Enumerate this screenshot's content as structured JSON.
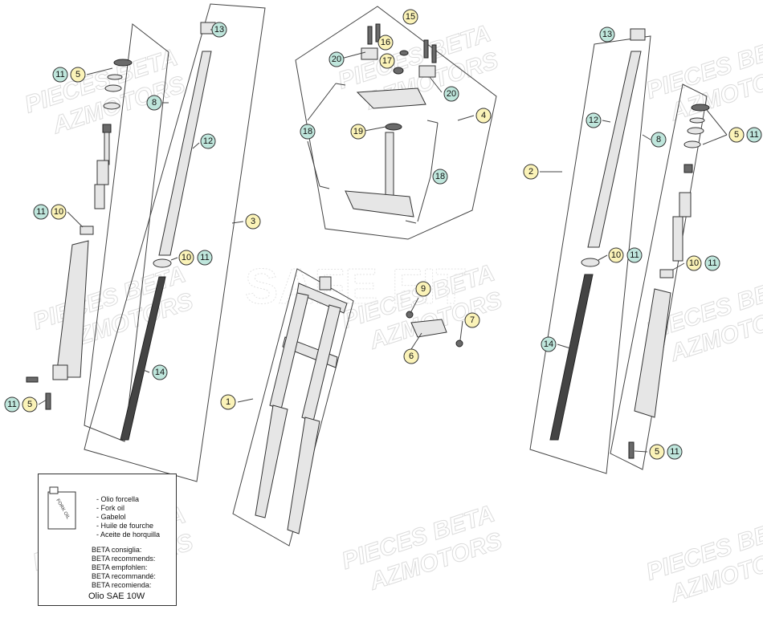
{
  "watermark": {
    "line1": "PIECES BETA",
    "line2": "AZMOTORS",
    "center": "SAFE FIT"
  },
  "callouts": {
    "c1": "1",
    "c2": "2",
    "c3": "3",
    "c4": "4",
    "c5": "5",
    "c6": "6",
    "c7": "7",
    "c8": "8",
    "c9": "9",
    "c10": "10",
    "c11": "11",
    "c12": "12",
    "c13": "13",
    "c14": "14",
    "c15": "15",
    "c16": "16",
    "c17": "17",
    "c18": "18",
    "c19": "19",
    "c20": "20"
  },
  "oil_box": {
    "can_label": "FORK OIL",
    "names": [
      "- Olio forcella",
      "- Fork oil",
      "- Gabelol",
      "- Huile de fourche",
      "- Aceite de horquilla"
    ],
    "recommends": [
      "BETA consiglia:",
      "BETA recommends:",
      "BETA empfohlen:",
      "BETA recommandé:",
      "BETA recomienda:"
    ],
    "oil_spec": "Olio SAE 10W"
  },
  "colors": {
    "green_bubble": "#bfe6dc",
    "yellow_bubble": "#fbf3b8"
  }
}
